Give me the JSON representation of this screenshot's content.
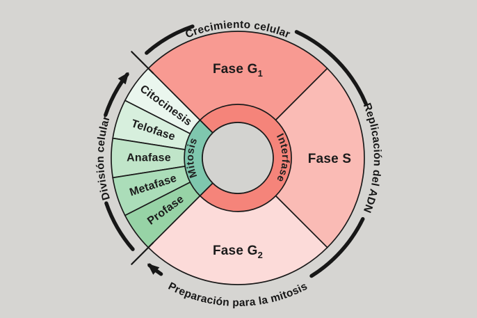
{
  "colors": {
    "background": "#d6d5d2",
    "center_disc": "#d3d3d0",
    "fase_g1": "#f89a92",
    "fase_s": "#fabbb5",
    "fase_g2": "#fcdbd9",
    "interfase_ring": "#f5847a",
    "mitosis_ring": "#7fc7ae",
    "citocinesis": "#eaf6ee",
    "telofase": "#d7efdd",
    "anafase": "#c0e5c9",
    "metafase": "#abddb9",
    "profase": "#97d3a6"
  },
  "outer_labels": {
    "top": "Crecimiento celular",
    "right": "Replicación del ADN",
    "bottom": "Preparación para la mitosis",
    "left": "División celular"
  },
  "phases": {
    "g1": {
      "base": "Fase G",
      "sub": "1"
    },
    "s": {
      "label": "Fase S"
    },
    "g2": {
      "base": "Fase G",
      "sub": "2"
    }
  },
  "mitosis_stages": [
    {
      "label": "Citocinesis"
    },
    {
      "label": "Telofase"
    },
    {
      "label": "Anafase"
    },
    {
      "label": "Metafase"
    },
    {
      "label": "Profase"
    }
  ],
  "inner_ring": {
    "interphase_label": "Interfase",
    "mitosis_label": "Mitosis"
  }
}
